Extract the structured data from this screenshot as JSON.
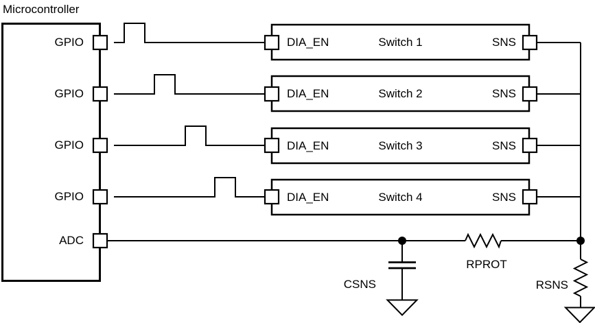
{
  "diagram": {
    "title": "Microcontroller",
    "microcontroller": {
      "gpio_pins": [
        "GPIO",
        "GPIO",
        "GPIO",
        "GPIO"
      ],
      "adc_pin": "ADC"
    },
    "switches": [
      {
        "enable_pin": "DIA_EN",
        "name": "Switch 1",
        "sense_pin": "SNS"
      },
      {
        "enable_pin": "DIA_EN",
        "name": "Switch 2",
        "sense_pin": "SNS"
      },
      {
        "enable_pin": "DIA_EN",
        "name": "Switch 3",
        "sense_pin": "SNS"
      },
      {
        "enable_pin": "DIA_EN",
        "name": "Switch 4",
        "sense_pin": "SNS"
      }
    ],
    "components": {
      "capacitor_label": "CSNS",
      "protection_resistor_label": "RPROT",
      "sense_resistor_label": "RSNS"
    },
    "colors": {
      "line": "#000000",
      "background": "#ffffff"
    }
  }
}
